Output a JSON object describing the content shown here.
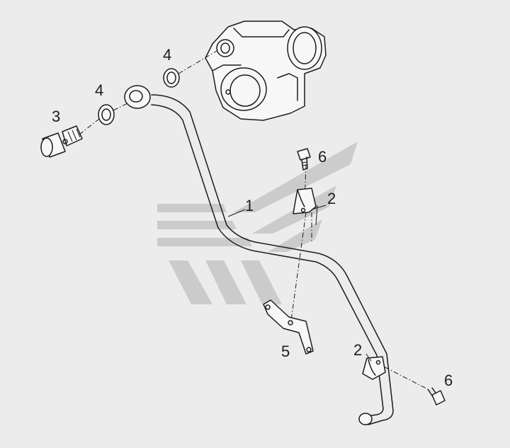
{
  "diagram": {
    "callouts": [
      {
        "id": "1",
        "label": "1"
      },
      {
        "id": "2a",
        "label": "2"
      },
      {
        "id": "2b",
        "label": "2"
      },
      {
        "id": "3",
        "label": "3"
      },
      {
        "id": "4a",
        "label": "4"
      },
      {
        "id": "4b",
        "label": "4"
      },
      {
        "id": "5",
        "label": "5"
      },
      {
        "id": "6a",
        "label": "6"
      },
      {
        "id": "6b",
        "label": "6"
      }
    ],
    "colors": {
      "line": "#1c1c1c",
      "watermark": "#c4c4c4",
      "background": "#ececec"
    }
  }
}
